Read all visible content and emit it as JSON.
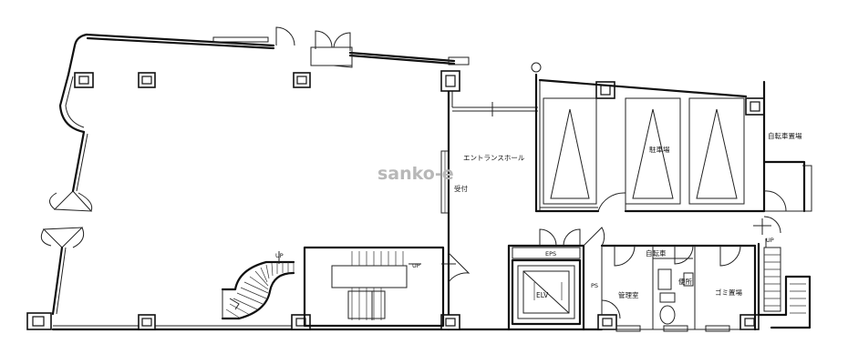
{
  "watermark": "sanko-e",
  "rooms": {
    "entrance_hall": "エントランスホール",
    "reception": "受付",
    "parking": "駐車場",
    "bicycle_parking": "自転車置場",
    "bicycle_parking_short": "自転車",
    "management_room": "管理室",
    "restroom": "便所",
    "garbage_room": "ゴミ置場",
    "elevator": "ELV",
    "eps": "EPS",
    "ps": "PS"
  },
  "stair_marks": {
    "up_left": "UP",
    "up_center": "UP",
    "up_right": "UP"
  }
}
